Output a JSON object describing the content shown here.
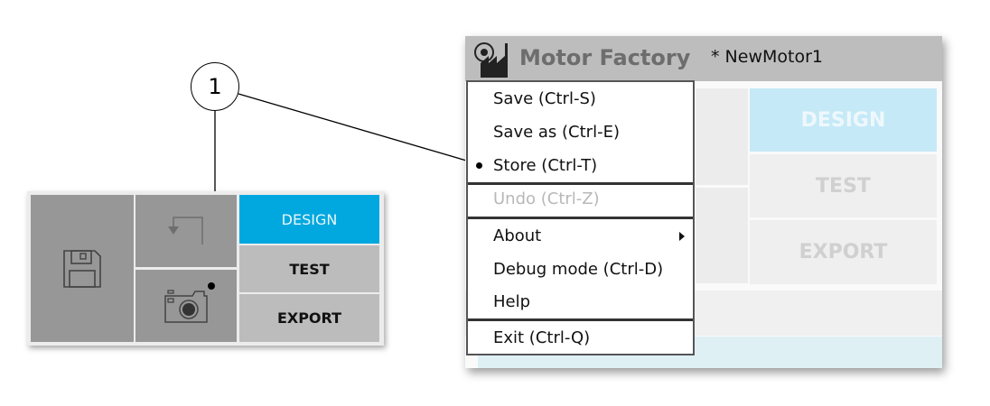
{
  "callout": {
    "number": "1"
  },
  "left_panel": {
    "tabs": [
      {
        "label": "DESIGN",
        "active": true
      },
      {
        "label": "TEST"
      },
      {
        "label": "EXPORT"
      }
    ],
    "accent": "#00a8df",
    "icons": [
      "floppy-disk-icon",
      "undo-arrow-icon",
      "camera-icon"
    ]
  },
  "window": {
    "app_title": "Motor Factory",
    "document": "* NewMotor1",
    "logo": "motor-factory-logo",
    "background_tabs": [
      "DESIGN",
      "TEST",
      "EXPORT"
    ],
    "menu": {
      "items": [
        {
          "label": "Save (Ctrl-S)"
        },
        {
          "label": "Save as (Ctrl-E)"
        },
        {
          "label": "Store (Ctrl-T)"
        },
        {
          "label": "Undo (Ctrl-Z)",
          "disabled": true
        },
        {
          "label": "About",
          "submenu": true
        },
        {
          "label": "Debug mode (Ctrl-D)"
        },
        {
          "label": "Help"
        },
        {
          "label": "Exit (Ctrl-Q)"
        }
      ]
    }
  }
}
